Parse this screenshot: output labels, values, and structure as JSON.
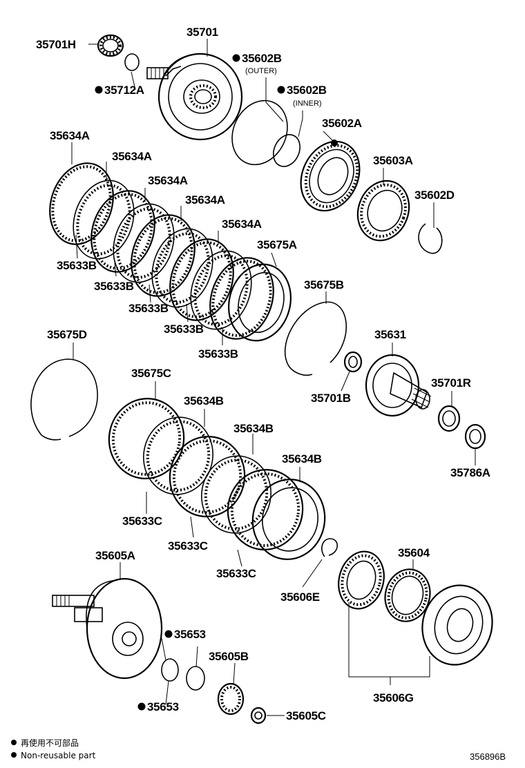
{
  "labels": {
    "p35701H": "35701H",
    "p35701": "35701",
    "p35712A": "35712A",
    "p35602B_outer": "35602B",
    "p35602B_outer_note": "(OUTER)",
    "p35602B_inner": "35602B",
    "p35602B_inner_note": "(INNER)",
    "p35602A": "35602A",
    "p35603A": "35603A",
    "p35602D": "35602D",
    "p35634A_1": "35634A",
    "p35634A_2": "35634A",
    "p35634A_3": "35634A",
    "p35634A_4": "35634A",
    "p35634A_5": "35634A",
    "p35675A": "35675A",
    "p35633B_1": "35633B",
    "p35633B_2": "35633B",
    "p35633B_3": "35633B",
    "p35633B_4": "35633B",
    "p35633B_5": "35633B",
    "p35675B": "35675B",
    "p35675D": "35675D",
    "p35631": "35631",
    "p35701R": "35701R",
    "p35701B": "35701B",
    "p35786A": "35786A",
    "p35675C": "35675C",
    "p35634B_1": "35634B",
    "p35634B_2": "35634B",
    "p35634B_3": "35634B",
    "p35633C_1": "35633C",
    "p35633C_2": "35633C",
    "p35633C_3": "35633C",
    "p35605A": "35605A",
    "p35604": "35604",
    "p35606E": "35606E",
    "p35653_a": "35653",
    "p35653_b": "35653",
    "p35605B": "35605B",
    "p35605C": "35605C",
    "p35606G": "35606G"
  },
  "legend": {
    "line1": "再使用不可部品",
    "line2": "Non-reusable part"
  },
  "figure_code": "356896B"
}
